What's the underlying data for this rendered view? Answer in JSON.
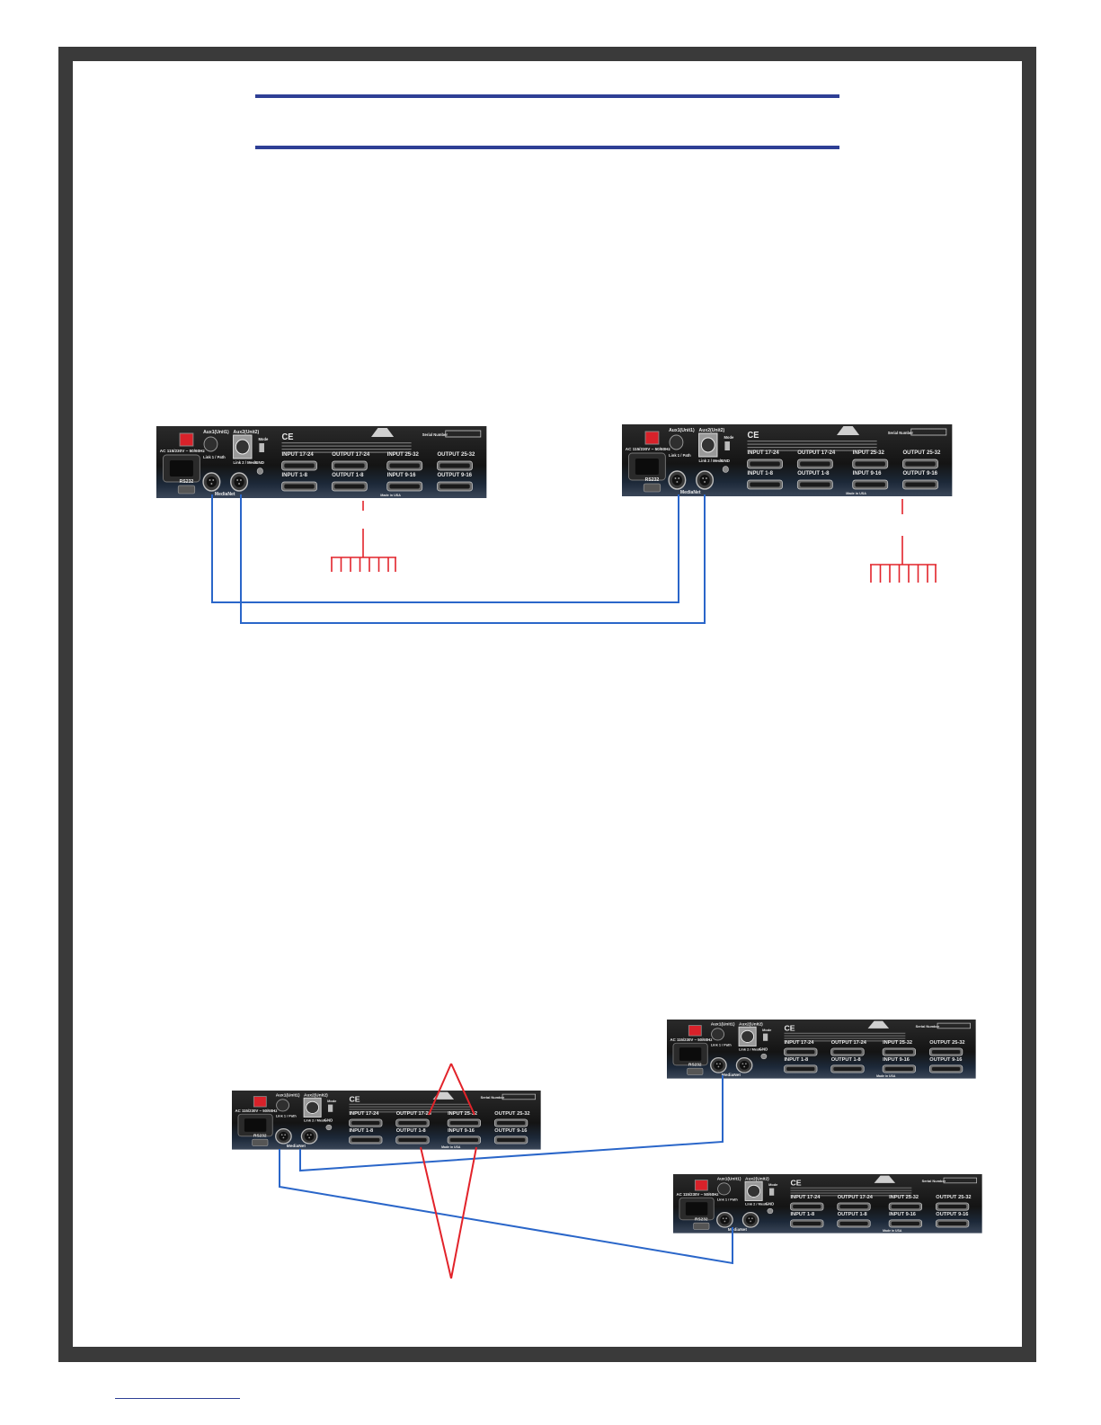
{
  "page": {
    "colors": {
      "frame": "#3a3a3a",
      "rule": "#2e3f95",
      "cable_blue": "#2a66c9",
      "cable_red": "#e2232a",
      "panel_body": "#151515",
      "power_switch": "#d8222a"
    }
  },
  "panel": {
    "aux1": "Aux1(Unit1)",
    "aux2": "Aux2(Unit2)",
    "mode": "Mode",
    "gnd": "GND",
    "rs232": "RS232",
    "medianet": "MediaNet",
    "made_in": "Made in USA",
    "serial": "Serial Number",
    "link1": "Link 1 / Path",
    "link2": "Link 2 / Mesh",
    "power": "AC 115/230V ~ 50/60Hz",
    "ce": "CE",
    "ports_top": [
      "INPUT 17-24",
      "OUTPUT 17-24",
      "INPUT 25-32",
      "OUTPUT 25-32"
    ],
    "ports_bottom": [
      "INPUT 1-8",
      "OUTPUT 1-8",
      "INPUT 9-16",
      "OUTPUT 9-16"
    ]
  },
  "panels": [
    {
      "id": "top-left"
    },
    {
      "id": "top-right"
    },
    {
      "id": "bottom-left"
    },
    {
      "id": "bottom-right-upper"
    },
    {
      "id": "bottom-right-lower"
    }
  ]
}
